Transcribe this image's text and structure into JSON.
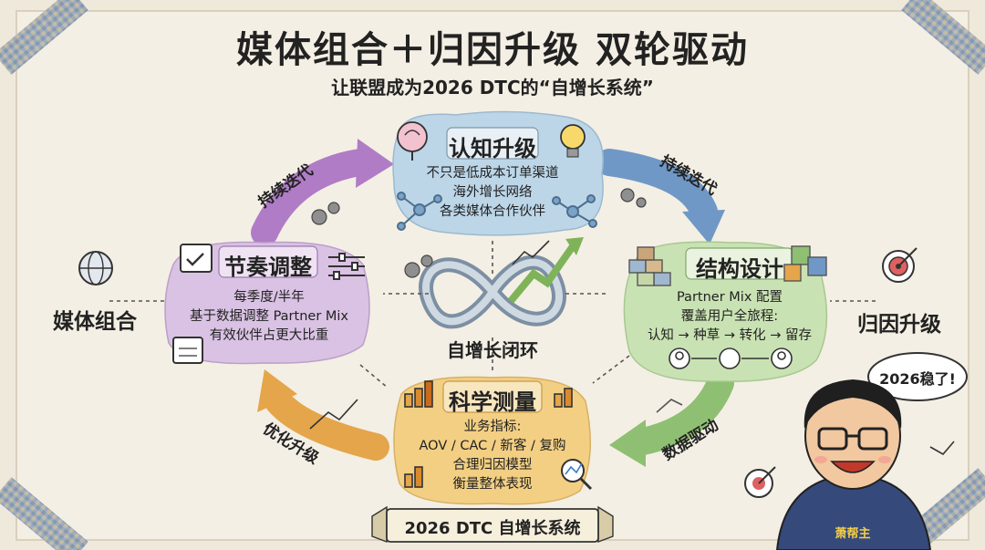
{
  "title": "媒体组合＋归因升级 双轮驱动",
  "subtitle": "让联盟成为2026 DTC的“自增长系统”",
  "center": {
    "label": "自增长闭环"
  },
  "nodes": {
    "top": {
      "title": "认知升级",
      "lines": [
        "不只是低成本订单渠道",
        "海外增长网络",
        "各类媒体合作伙伴"
      ]
    },
    "right": {
      "title": "结构设计",
      "lines": [
        "Partner Mix 配置",
        "覆盖用户全旅程:",
        "认知 → 种草 → 转化 → 留存"
      ]
    },
    "bottom": {
      "title": "科学测量",
      "lines": [
        "业务指标:",
        "AOV / CAC / 新客 / 复购",
        "合理归因模型",
        "衡量整体表现"
      ]
    },
    "left": {
      "title": "节奏调整",
      "lines": [
        "每季度/半年",
        "基于数据调整 Partner Mix",
        "有效伙伴占更大比重"
      ]
    }
  },
  "arrows": {
    "top_left": "持续迭代",
    "top_right": "持续迭代",
    "bottom_right": "数据驱动",
    "bottom_left": "优化升级"
  },
  "sides": {
    "left": "媒体组合",
    "right": "归因升级"
  },
  "bubble": "2026稳了!",
  "shirt": "萧帮主",
  "banner": "2026 DTC 自增长系统",
  "colors": {
    "background": "#efe9dc",
    "top_blob": "#bcd6e8",
    "right_blob": "#c9e2b3",
    "bottom_blob": "#f3cf83",
    "left_blob": "#d9c2e3",
    "arrow_purple": "#b07cc6",
    "arrow_blue": "#6f98c7",
    "arrow_green": "#8fbf73",
    "arrow_orange": "#e5a54a",
    "tape": "#8a9db5"
  },
  "icons": [
    "brain-icon",
    "lightbulb-icon",
    "network-icon",
    "globe-icon",
    "calendar-icon",
    "slider-icon",
    "gears-icon",
    "infinity-loop-icon",
    "growth-arrow-icon",
    "blocks-icon",
    "puzzle-icon",
    "target-icon",
    "user-icon",
    "chart-icon",
    "magnifier-icon"
  ]
}
